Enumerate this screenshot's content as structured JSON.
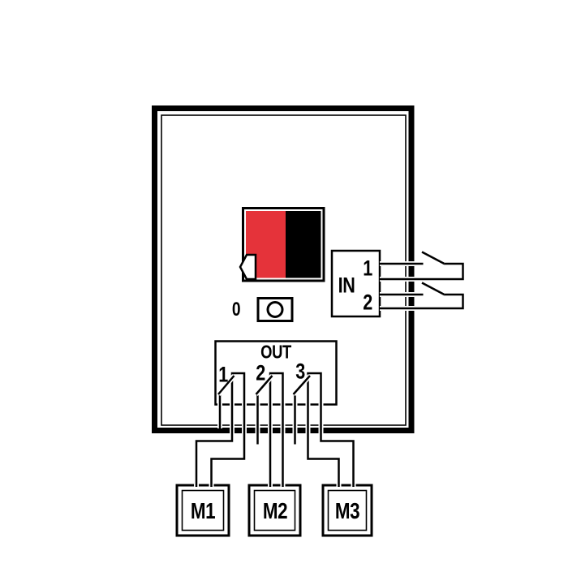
{
  "colors": {
    "line": "#000000",
    "switch_red": "#e5333a",
    "switch_black": "#000000",
    "background": "#ffffff"
  },
  "device": {
    "indicator": "0",
    "in_block": {
      "label": "IN",
      "terminals": [
        "1",
        "2"
      ]
    },
    "out_block": {
      "label": "OUT",
      "terminals": [
        "1",
        "2",
        "3"
      ]
    }
  },
  "motors": [
    {
      "label": "M1"
    },
    {
      "label": "M2"
    },
    {
      "label": "M3"
    }
  ]
}
